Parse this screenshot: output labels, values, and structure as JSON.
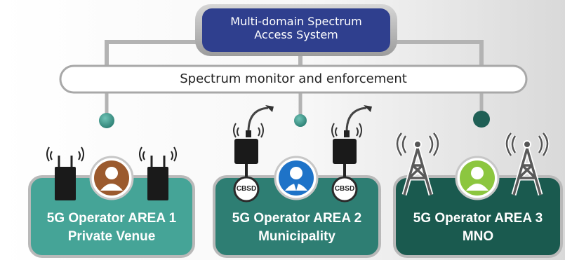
{
  "title": {
    "line1": "Multi-domain Spectrum",
    "line2": "Access System"
  },
  "bar_label": "Spectrum monitor and enforcement",
  "areas": [
    {
      "line1": "5G Operator AREA 1",
      "line2": "Private Venue"
    },
    {
      "line1": "5G Operator AREA 2",
      "line2": "Municipality"
    },
    {
      "line1": "5G Operator AREA 3",
      "line2": "MNO"
    }
  ],
  "cbsd_label": "CBSD",
  "colors": {
    "title_fill": "#2f3f8e",
    "area1": "#45a497",
    "area2": "#2e7e73",
    "area3": "#1a5a4f",
    "connector": "#b3b3b3"
  },
  "icons": [
    "user-icon",
    "router-icon",
    "cbsd-radio-icon",
    "cell-tower-icon"
  ]
}
